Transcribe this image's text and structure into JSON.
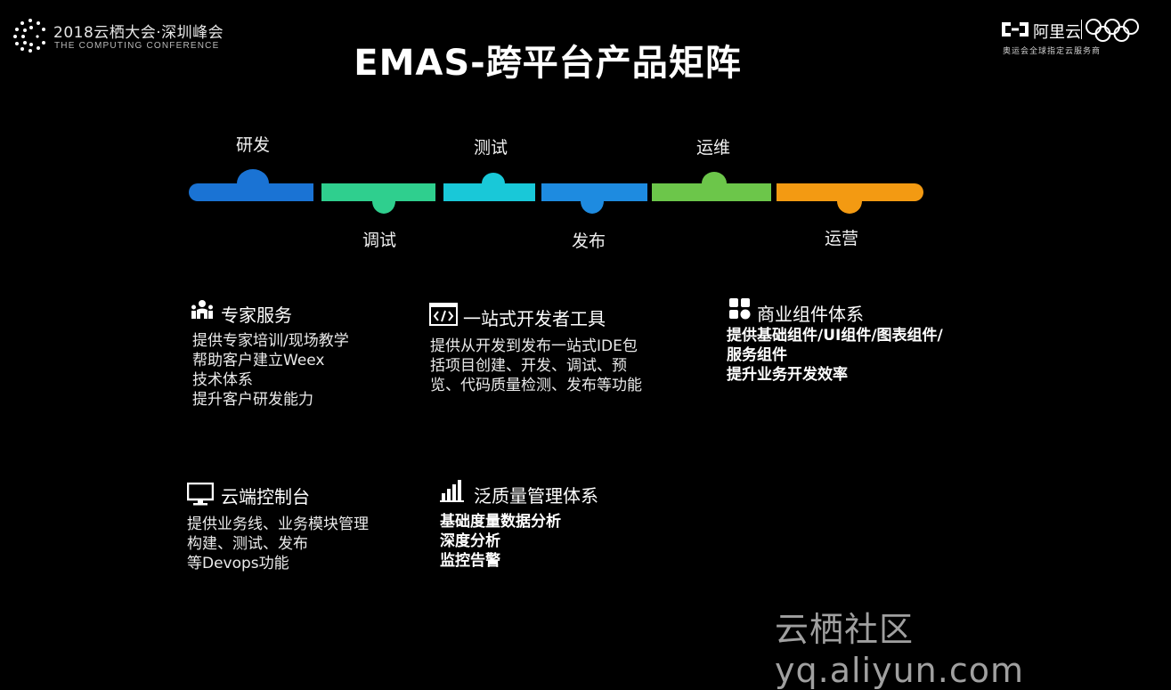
{
  "header": {
    "conference_title": "2018云栖大会·深圳峰会",
    "conference_subtitle": "THE COMPUTING CONFERENCE",
    "brand_name": "阿里云",
    "brand_sub": "奥运会全球指定云服务商"
  },
  "title": "EMAS-跨平台产品矩阵",
  "timeline": {
    "top_labels": [
      "研发",
      "测试",
      "运维"
    ],
    "bottom_labels": [
      "调试",
      "发布",
      "运营"
    ],
    "colors": [
      "#1a73d4",
      "#2fcf8e",
      "#19c8d8",
      "#1e8be0",
      "#6cc64a",
      "#f39a12"
    ]
  },
  "cards": {
    "expert": {
      "icon": "people-icon",
      "title": "专家服务",
      "lines": [
        "提供专家培训/现场教学",
        "帮助客户建立Weex",
        "技术体系",
        "提升客户研发能力"
      ]
    },
    "devtools": {
      "icon": "code-window-icon",
      "title": "一站式开发者工具",
      "lines": [
        "提供从开发到发布一站式IDE包",
        "括项目创建、开发、调试、预",
        "览、代码质量检测、发布等功能"
      ]
    },
    "components": {
      "icon": "blocks-icon",
      "title": "商业组件体系",
      "lines": [
        "提供基础组件/UI组件/图表组件/",
        "服务组件",
        "提升业务开发效率"
      ]
    },
    "console": {
      "icon": "monitor-icon",
      "title": "云端控制台",
      "lines": [
        "提供业务线、业务模块管理",
        "构建、测试、发布",
        "等Devops功能"
      ]
    },
    "quality": {
      "icon": "bar-chart-icon",
      "title": "泛质量管理体系",
      "lines": [
        "基础度量数据分析",
        "深度分析",
        "监控告警"
      ]
    }
  },
  "watermark": "云栖社区 yq.aliyun.com"
}
